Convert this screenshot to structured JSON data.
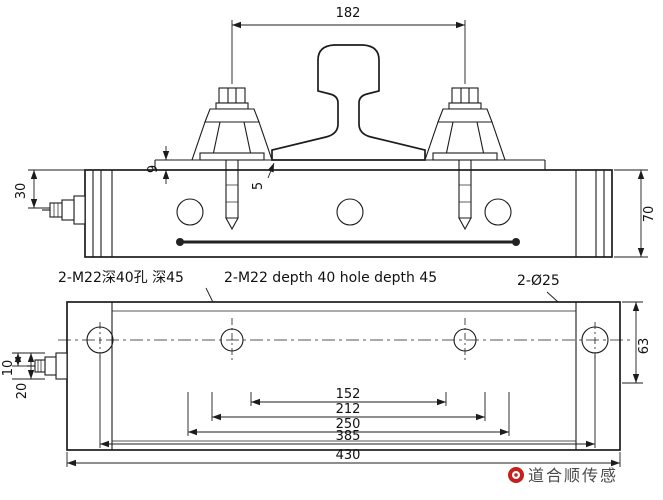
{
  "drawing": {
    "dims": {
      "top_span": "182",
      "left_offset": "30",
      "pad_height": "9",
      "gap": "5",
      "beam_height": "70",
      "plate_margin": "10",
      "plate_offset": "20",
      "chain_152": "152",
      "chain_212": "212",
      "chain_250": "250",
      "chain_385": "385",
      "chain_430": "430",
      "right_height": "63"
    },
    "notes": {
      "cn": "2-M22深40孔 深45",
      "en": "2-M22 depth 40 hole depth 45",
      "d25": "2-Ø25"
    },
    "colors": {
      "line": "#1c1c1c",
      "watermark_icon": "#c5211c"
    },
    "watermark": {
      "text": "道合顺传感"
    }
  }
}
